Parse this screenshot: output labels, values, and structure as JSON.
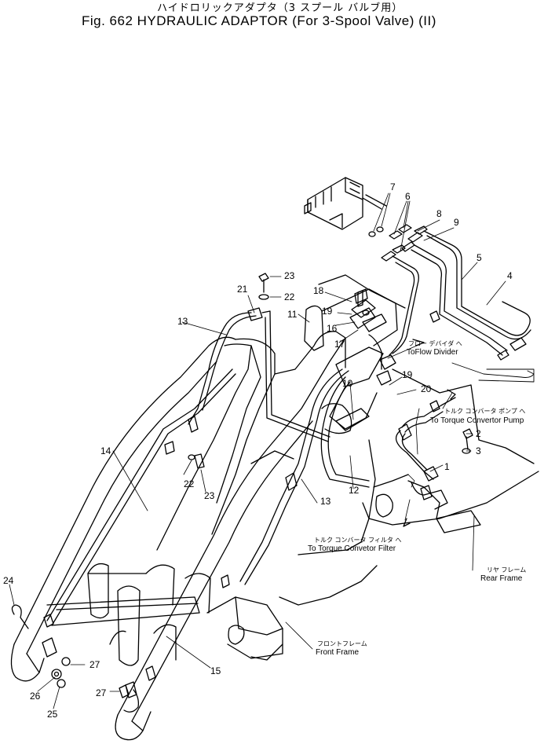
{
  "title": {
    "japanese": "ハイドロリックアダプタ（3 スプール バルブ用）",
    "main": "Fig. 662 HYDRAULIC ADAPTOR (For 3-Spool Valve) (II)"
  },
  "callouts": {
    "c1": "1",
    "c2": "2",
    "c3": "3",
    "c4": "4",
    "c5": "5",
    "c6": "6",
    "c7": "7",
    "c8": "8",
    "c9": "9",
    "c10": "10",
    "c11": "11",
    "c12": "12",
    "c13a": "13",
    "c13b": "13",
    "c14": "14",
    "c15": "15",
    "c16": "16",
    "c17": "17",
    "c18": "18",
    "c19a": "19",
    "c19b": "19",
    "c20": "20",
    "c21": "21",
    "c22a": "22",
    "c22b": "22",
    "c23a": "23",
    "c23b": "23",
    "c24": "24",
    "c25": "25",
    "c26": "26",
    "c27a": "27",
    "c27b": "27"
  },
  "labels": {
    "flow_divider_jp": "フロー デバイダ へ",
    "flow_divider_en": "ToFlow Divider",
    "torque_pump_jp": "トルク コンバータ ポンプ へ",
    "torque_pump_en": "To Torque Convertor Pump",
    "torque_filter_jp": "トルク コンバータ フィルタ へ",
    "torque_filter_en": "To Torque Convetor Filter",
    "rear_frame_jp": "リヤ フレーム",
    "rear_frame_en": "Rear Frame",
    "front_frame_jp": "フロントフレーム",
    "front_frame_en": "Front Frame"
  }
}
